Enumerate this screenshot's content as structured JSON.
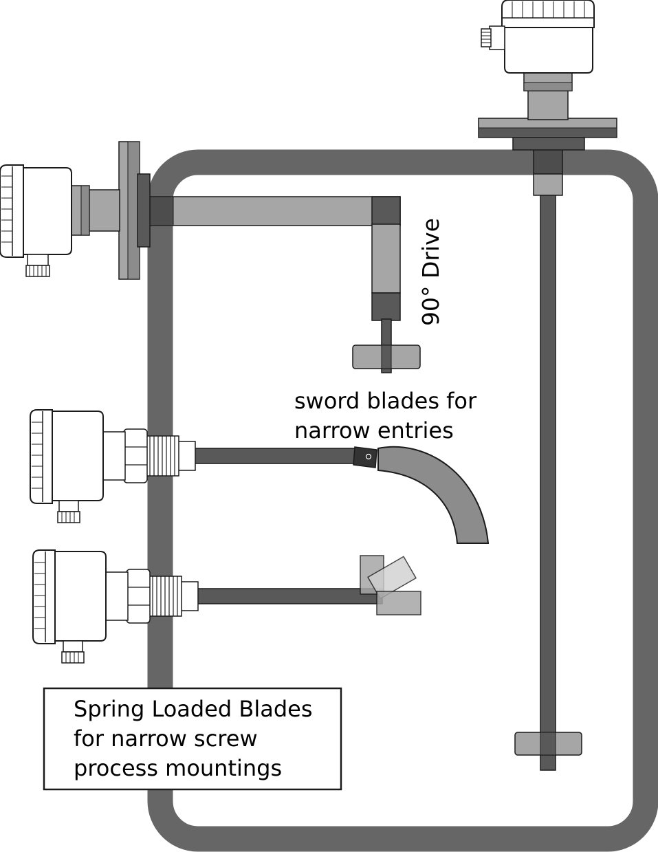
{
  "labels": {
    "drive_label": "90° Drive",
    "sword_line1": "sword blades for",
    "sword_line2": "narrow entries",
    "spring_line1": "Spring Loaded Blades",
    "spring_line2": "for narrow screw",
    "spring_line3": "process mountings"
  },
  "colors": {
    "tank_wall": "#666666",
    "shaft_light": "#a6a6a6",
    "shaft_dark": "#595959",
    "housing": "#ffffff",
    "outline": "#1a1a1a"
  }
}
